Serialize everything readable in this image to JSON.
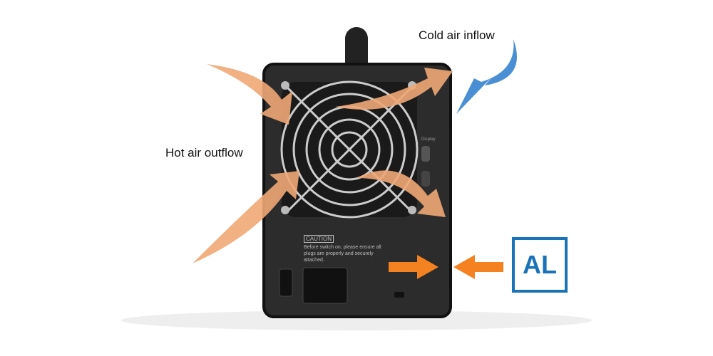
{
  "labels": {
    "cold_air": "Cold air inflow",
    "hot_air": "Hot air outflow"
  },
  "badge": "AL",
  "caution": {
    "title": "CAUTION",
    "text": "Before switch on, please ensure all plugs are properly and securely attached."
  },
  "port_label": "Display",
  "colors": {
    "hot": "#f0a876",
    "cold": "#4a8fd4",
    "arrow": "#f58220",
    "badge": "#1a73b8"
  }
}
